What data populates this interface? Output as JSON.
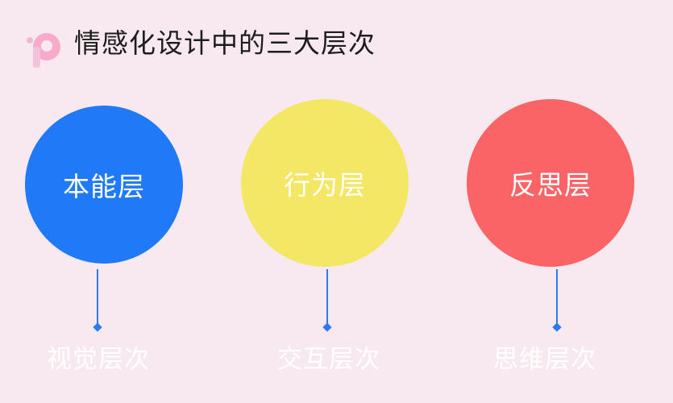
{
  "title": "情感化设计中的三大层次",
  "logo": {
    "icon": "p-letter-logo-icon",
    "color": "#f7a9c8"
  },
  "levels": [
    {
      "label": "本能层",
      "caption": "视觉层次",
      "color": "#2079f6"
    },
    {
      "label": "行为层",
      "caption": "交互层次",
      "color": "#f4e765"
    },
    {
      "label": "反思层",
      "caption": "思维层次",
      "color": "#fb6466"
    }
  ],
  "connector_color": "#2b7cf0"
}
